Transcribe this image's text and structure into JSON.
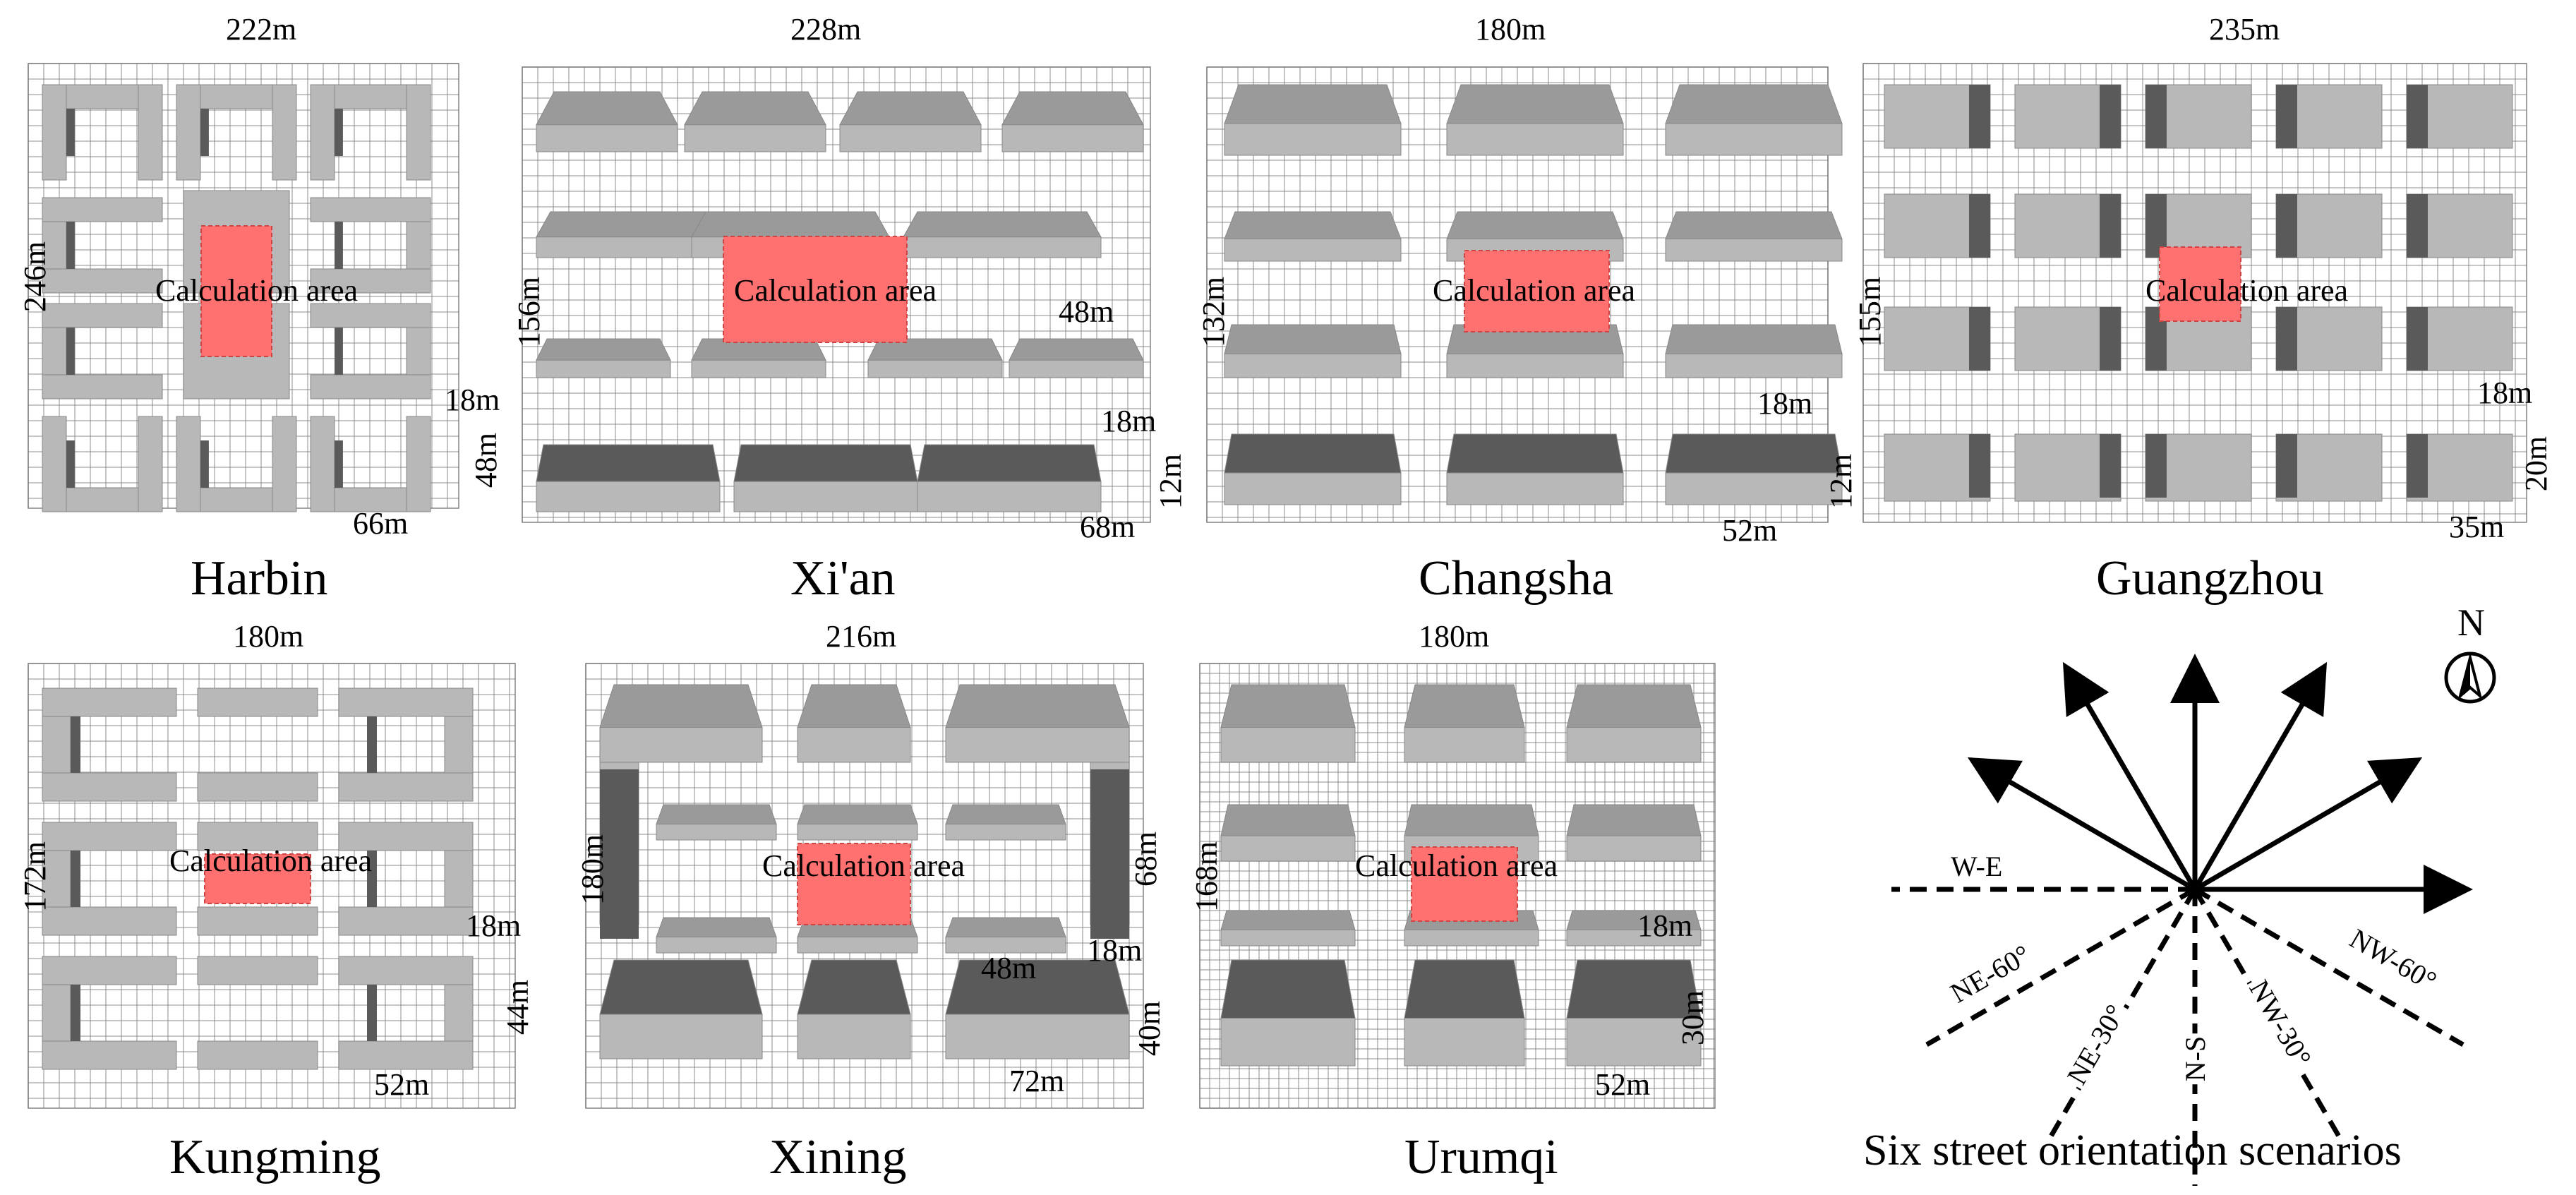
{
  "panels": [
    {
      "id": "harbin",
      "caption": "Harbin",
      "width": "222m",
      "height": "246m",
      "street": "18m",
      "bldg_depth": "48m",
      "bldg_len": "66m",
      "calc": "Calculation area"
    },
    {
      "id": "xian",
      "caption": "Xi'an",
      "width": "228m",
      "height": "156m",
      "street": "18m",
      "bldg_depth": "12m",
      "bldg_len": "68m",
      "extra": "48m",
      "calc": "Calculation area"
    },
    {
      "id": "changsha",
      "caption": "Changsha",
      "width": "180m",
      "height": "132m",
      "street": "18m",
      "bldg_depth": "12m",
      "bldg_len": "52m",
      "calc": "Calculation area"
    },
    {
      "id": "guangzhou",
      "caption": "Guangzhou",
      "width": "235m",
      "height": "155m",
      "street": "18m",
      "bldg_depth": "20m",
      "bldg_len": "35m",
      "calc": "Calculation area"
    },
    {
      "id": "kungming",
      "caption": "Kungming",
      "width": "180m",
      "height": "172m",
      "street": "18m",
      "bldg_depth": "44m",
      "bldg_len": "52m",
      "calc": "Calculation area"
    },
    {
      "id": "xining",
      "caption": "Xining",
      "width": "216m",
      "height": "180m",
      "street": "18m",
      "bldg_depth": "40m",
      "bldg_len": "72m",
      "extra": "48m",
      "extra2": "68m",
      "calc": "Calculation area"
    },
    {
      "id": "urumqi",
      "caption": "Urumqi",
      "width": "180m",
      "height": "168m",
      "street": "18m",
      "bldg_depth": "30m",
      "bldg_len": "52m",
      "calc": "Calculation area"
    }
  ],
  "orientation": {
    "caption": "Six street orientation scenarios",
    "north": "N",
    "labels": [
      "W-E",
      "NE-60°",
      "NE-30°",
      "N-S",
      "NW-30°",
      "NW-60°"
    ]
  },
  "colors": {
    "building_light": "#b8b8b8",
    "building_mid": "#9a9a9a",
    "building_dark": "#5a5a5a",
    "calc_area": "#ff7070",
    "grid": "#777777"
  }
}
